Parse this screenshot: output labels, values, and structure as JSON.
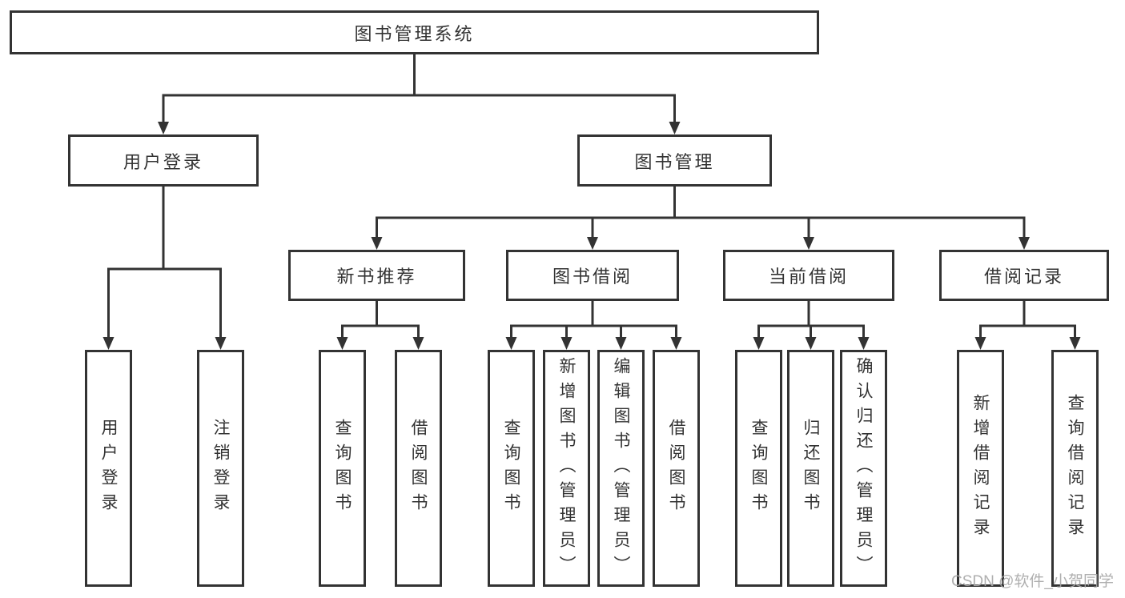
{
  "diagram": {
    "root": {
      "label": "图书管理系统"
    },
    "branches": [
      {
        "label": "用户登录",
        "leaves": [
          {
            "label": "用户登录"
          },
          {
            "label": "注销登录"
          }
        ]
      },
      {
        "label": "图书管理",
        "groups": [
          {
            "label": "新书推荐",
            "leaves": [
              {
                "label": "查询图书"
              },
              {
                "label": "借阅图书"
              }
            ]
          },
          {
            "label": "图书借阅",
            "leaves": [
              {
                "label": "查询图书"
              },
              {
                "label": "新增图书（管理员）"
              },
              {
                "label": "编辑图书（管理员）"
              },
              {
                "label": "借阅图书"
              }
            ]
          },
          {
            "label": "当前借阅",
            "leaves": [
              {
                "label": "查询图书"
              },
              {
                "label": "归还图书"
              },
              {
                "label": "确认归还（管理员）"
              }
            ]
          },
          {
            "label": "借阅记录",
            "leaves": [
              {
                "label": "新增借阅记录"
              },
              {
                "label": "查询借阅记录"
              }
            ]
          }
        ]
      }
    ]
  },
  "watermark": {
    "text": "CSDN @软件_小贺同学"
  },
  "colors": {
    "line": "#333333",
    "box_border": "#333333",
    "text": "#333333",
    "watermark": "#a8a8a8",
    "background": "#ffffff"
  }
}
